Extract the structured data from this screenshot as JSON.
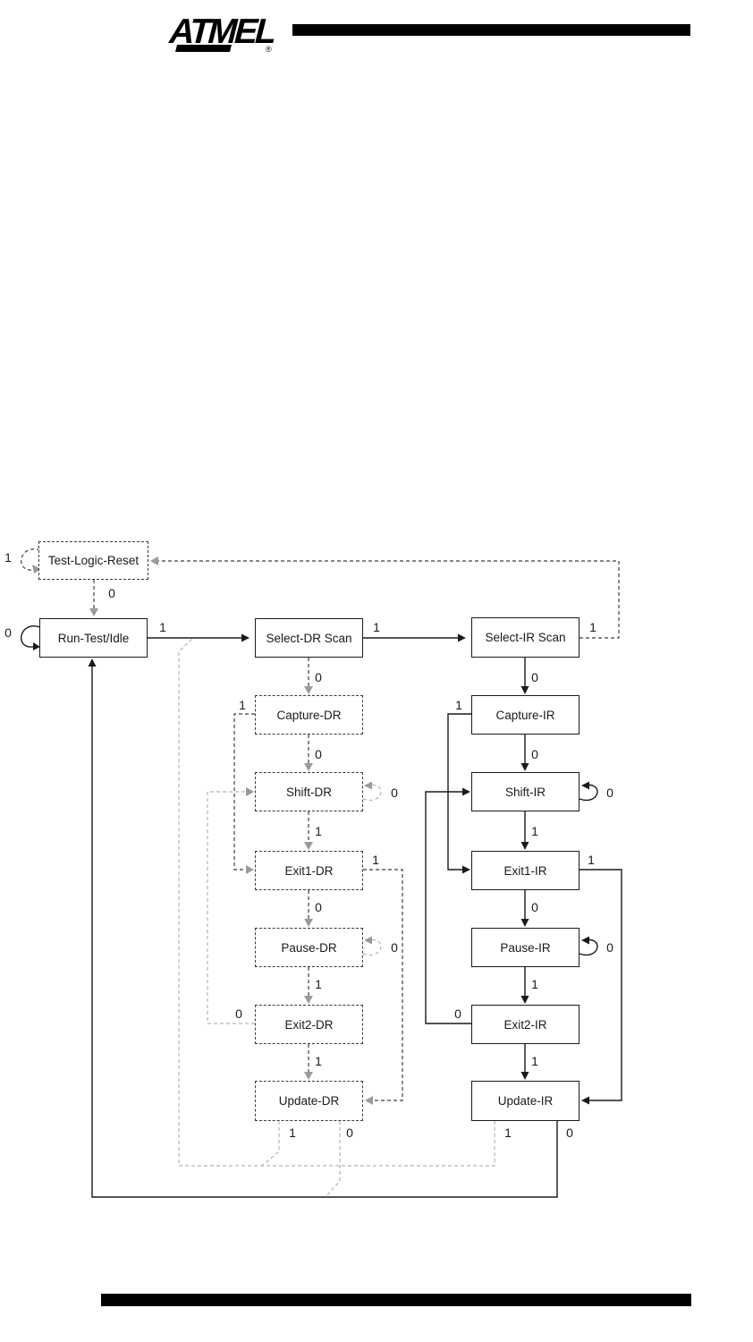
{
  "header": {
    "logo_text": "ATMEL",
    "registered_mark": "®"
  },
  "diagram": {
    "states": {
      "test_logic_reset": "Test-Logic-Reset",
      "run_test_idle": "Run-Test/Idle",
      "select_dr": "Select-DR Scan",
      "select_ir": "Select-IR Scan",
      "capture_dr": "Capture-DR",
      "capture_ir": "Capture-IR",
      "shift_dr": "Shift-DR",
      "shift_ir": "Shift-IR",
      "exit1_dr": "Exit1-DR",
      "exit1_ir": "Exit1-IR",
      "pause_dr": "Pause-DR",
      "pause_ir": "Pause-IR",
      "exit2_dr": "Exit2-DR",
      "exit2_ir": "Exit2-IR",
      "update_dr": "Update-DR",
      "update_ir": "Update-IR"
    },
    "labels": {
      "tlr_self": "1",
      "tlr_to_rti": "0",
      "rti_self": "0",
      "rti_to_seldr": "1",
      "seldr_to_selir": "1",
      "selir_to_tlr": "1",
      "seldr_to_capdr": "0",
      "selir_to_capir": "0",
      "capdr_to_exit1dr": "1",
      "capir_to_exit1ir": "1",
      "capdr_to_shiftdr": "0",
      "capir_to_shiftir": "0",
      "shiftdr_self": "0",
      "shiftir_self": "0",
      "shiftdr_to_exit1dr": "1",
      "shiftir_to_exit1ir": "1",
      "exit1dr_to_updatedr": "1",
      "exit1ir_to_updateir": "1",
      "exit1dr_to_pausedr": "0",
      "exit1ir_to_pauseir": "0",
      "pausedr_self": "0",
      "pauseir_self": "0",
      "pausedr_to_exit2dr": "1",
      "pauseir_to_exit2ir": "1",
      "exit2dr_to_shiftdr": "0",
      "exit2ir_to_shiftir": "0",
      "exit2dr_to_updatedr": "1",
      "exit2ir_to_updateir": "1",
      "updatedr_to_seldr": "1",
      "updatedr_to_rti": "0",
      "updateir_to_seldr": "1",
      "updateir_to_rti": "0"
    },
    "colors": {
      "line_black": "#1a1a1a",
      "dash_dark": "#3f3f3f",
      "dash_gray": "#9a9a9a",
      "dash_light": "#b3b3b3",
      "arrow_gray": "#9a9a9a"
    }
  }
}
